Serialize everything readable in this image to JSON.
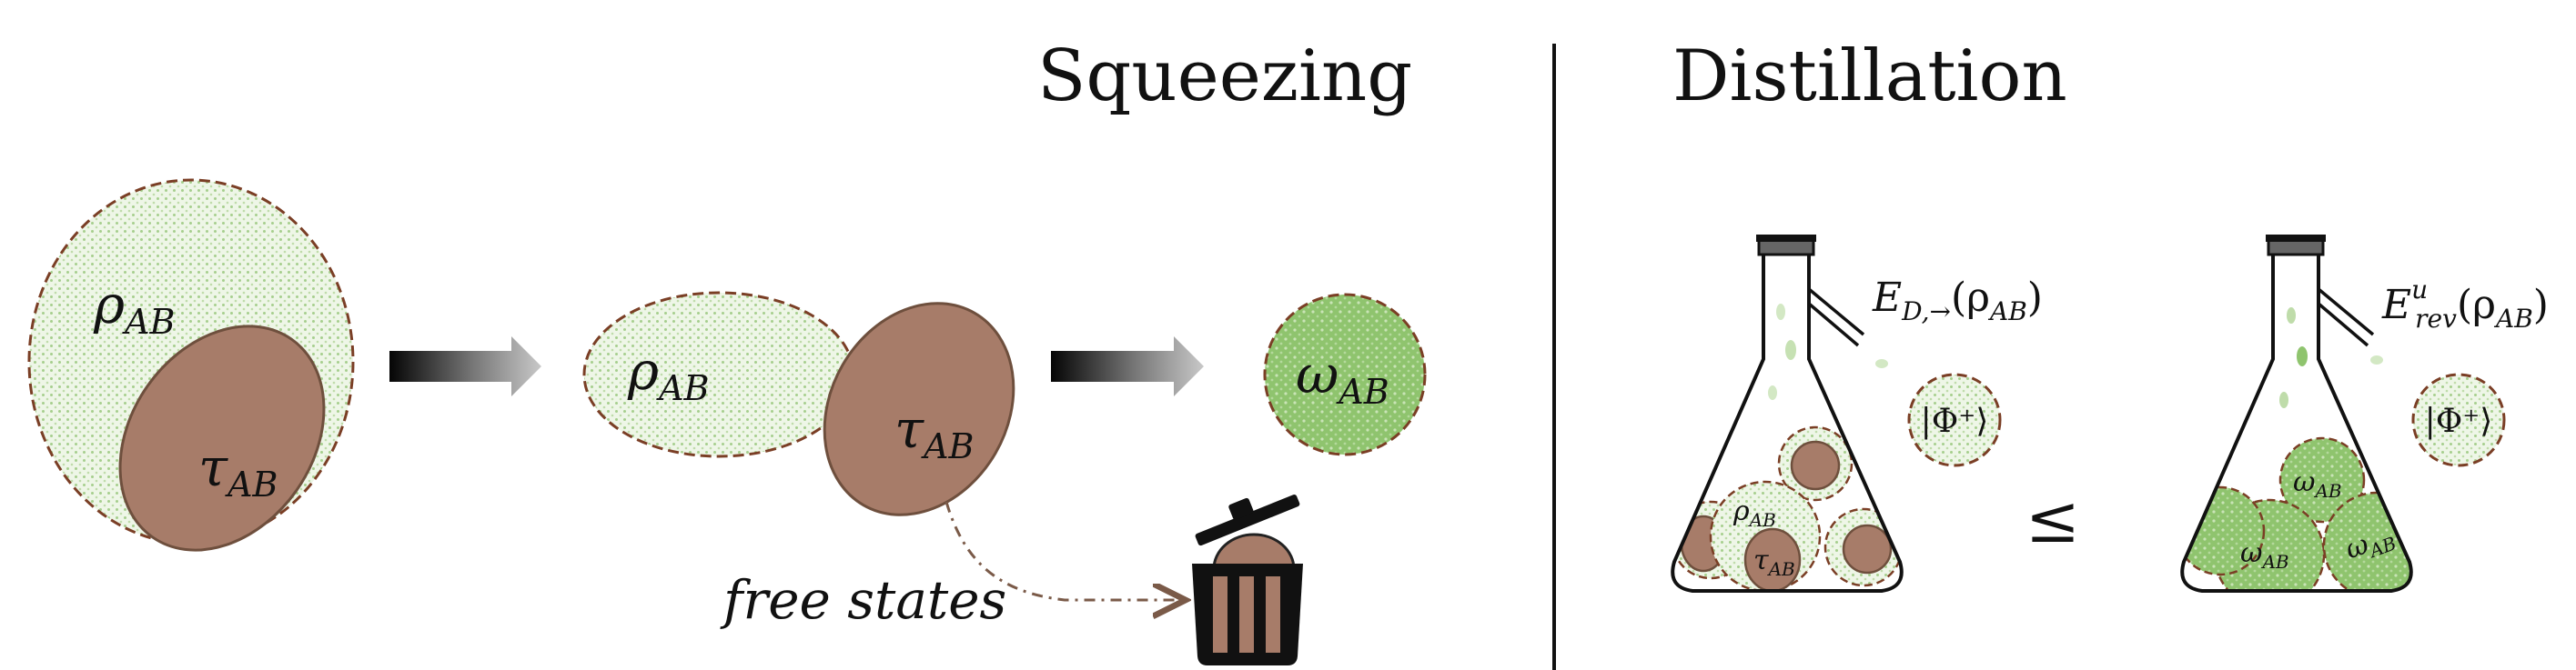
{
  "squeezing": {
    "title": "Squeezing",
    "rho_label": "ρ",
    "rho_sub": "AB",
    "tau_label": "τ",
    "tau_sub": "AB",
    "omega_label": "ω",
    "omega_sub": "AB",
    "free_states": "free states"
  },
  "distillation": {
    "title": "Distillation",
    "left_quantity": "E",
    "left_quantity_sub": "D,→",
    "left_quantity_arg": "(ρ",
    "left_quantity_arg_sub": "AB",
    "left_quantity_close": ")",
    "right_quantity": "E",
    "right_quantity_sup": "u",
    "right_quantity_sub": "rev",
    "right_quantity_arg": "(ρ",
    "right_quantity_arg_sub": "AB",
    "right_quantity_close": ")",
    "phi_state": "|Φ⁺⟩",
    "relation": "≤"
  },
  "colors": {
    "dotted_region": "#e6f1dc",
    "dot": "#9cc982",
    "free_state_fill": "#a77c69",
    "free_state_edge": "#6e4f3d",
    "dashed_edge": "#7a3e25",
    "omega_fill": "#8fc46e"
  }
}
